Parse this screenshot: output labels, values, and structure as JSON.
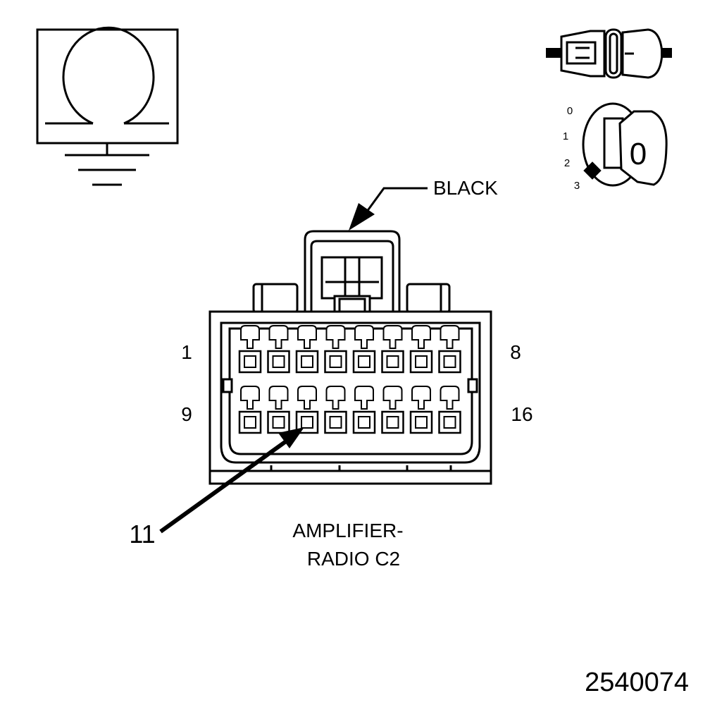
{
  "connector": {
    "color_label": "BLACK",
    "name_line1": "AMPLIFIER-",
    "name_line2": "RADIO C2",
    "pin_top_left": "1",
    "pin_top_right": "8",
    "pin_bottom_left": "9",
    "pin_bottom_right": "16",
    "callout_pin": "11"
  },
  "ignition": {
    "positions": [
      "3",
      "2",
      "1",
      "0"
    ],
    "key_label": "0"
  },
  "figure_number": "2540074"
}
